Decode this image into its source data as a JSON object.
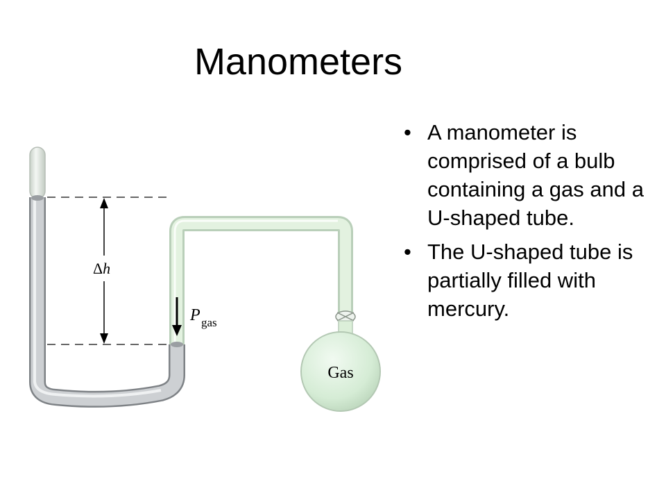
{
  "slide": {
    "title": "Manometers",
    "bullets": [
      "A manometer is comprised of a bulb containing a gas and a U-shaped tube.",
      "The U-shaped tube is partially filled with mercury."
    ]
  },
  "diagram": {
    "delta_label": "Δ",
    "h_label": "h",
    "p_label": "P",
    "p_subscript": "gas",
    "bulb_label": "Gas",
    "colors": {
      "mercury": "#b8bcc0",
      "tube_glass": "#dfe7df",
      "gas_tube": "#d3ebcf",
      "bulb_fill": "#d8eed8",
      "bulb_stroke": "#b8ccb8"
    }
  }
}
